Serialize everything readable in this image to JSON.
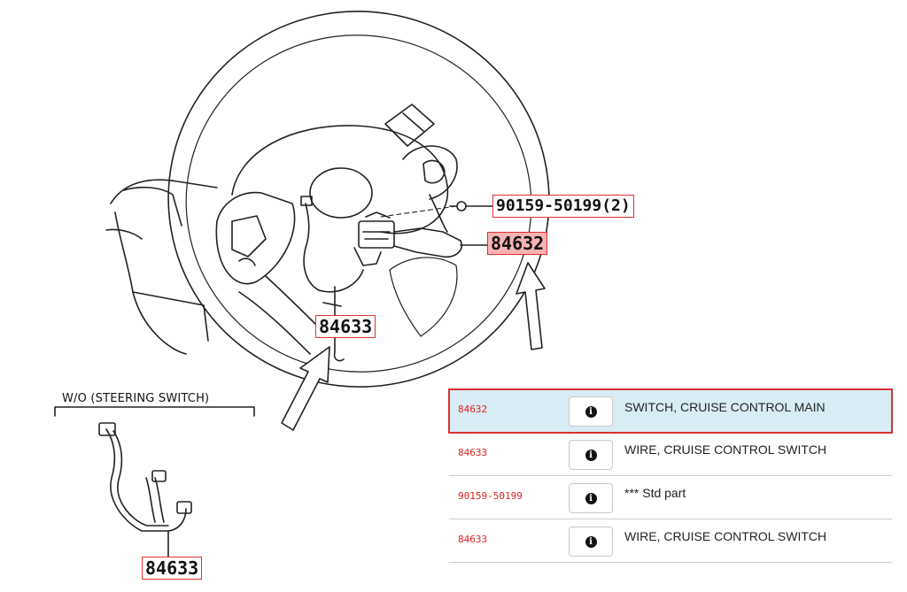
{
  "callouts": {
    "main_switch": "84632",
    "wire_top": "84633",
    "wire_bottom": "84633",
    "screw": "90159-50199(2)"
  },
  "variant_label": "W/O (STEERING SWITCH)",
  "parts": [
    {
      "part_no": "84632",
      "description": "SWITCH, CRUISE CONTROL MAIN",
      "selected": true
    },
    {
      "part_no": "84633",
      "description": "WIRE, CRUISE CONTROL SWITCH",
      "selected": false
    },
    {
      "part_no": "90159-50199",
      "description": "*** Std part",
      "selected": false
    },
    {
      "part_no": "84633",
      "description": "WIRE, CRUISE CONTROL SWITCH",
      "selected": false
    }
  ],
  "colors": {
    "callout_border": "#e03030",
    "highlight_fill": "#f7b3b3",
    "selected_row": "#d8ecf5",
    "part_number_text": "#e02020"
  },
  "icons": {
    "info": "info-circle-icon"
  }
}
